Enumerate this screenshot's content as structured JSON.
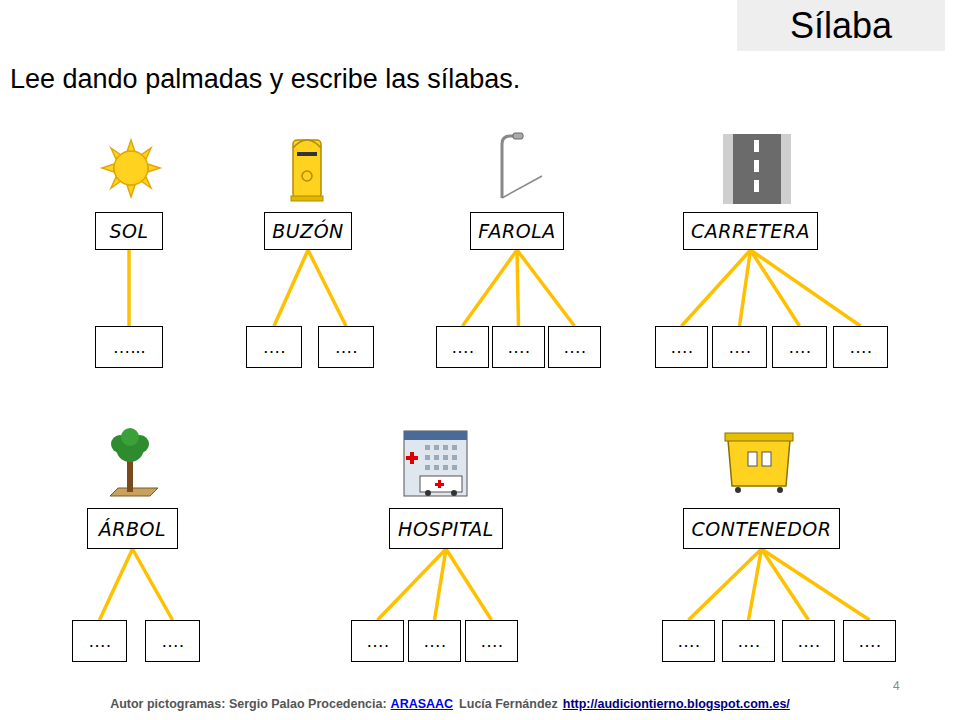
{
  "diagram": {
    "title": "Sílaba",
    "nodes": [
      {
        "text": [
          "SOL"
        ]
      },
      {
        "text": [
          "BUZÓN"
        ]
      },
      {
        "text": [
          "FAROLA"
        ]
      },
      {
        "text": [
          "CARRETERA"
        ]
      },
      {
        "text": [
          "…..."
        ]
      },
      {
        "text": [
          "…."
        ]
      },
      {
        "text": [
          "…."
        ]
      },
      {
        "text": [
          "…."
        ]
      },
      {
        "text": [
          "…."
        ]
      },
      {
        "text": [
          "…."
        ]
      },
      {
        "text": [
          "…."
        ]
      },
      {
        "text": [
          "…."
        ]
      },
      {
        "text": [
          "…."
        ]
      },
      {
        "text": [
          "…."
        ]
      },
      {
        "text": [
          "ÁRBOL"
        ]
      },
      {
        "text": [
          "HOSPITAL"
        ]
      },
      {
        "text": [
          "CONTENEDOR"
        ]
      },
      {
        "text": [
          "…."
        ]
      },
      {
        "text": [
          "…."
        ]
      },
      {
        "text": [
          "…."
        ]
      },
      {
        "text": [
          "…."
        ]
      },
      {
        "text": [
          "…."
        ]
      },
      {
        "text": [
          "…."
        ]
      },
      {
        "text": [
          "…."
        ]
      },
      {
        "text": [
          "…."
        ]
      },
      {
        "text": [
          "…."
        ]
      }
    ],
    "edges": [
      {
        "from": 0,
        "to": 4,
        "arrow": "none"
      },
      {
        "from": 1,
        "to": 5,
        "arrow": "none"
      },
      {
        "from": 1,
        "to": 6,
        "arrow": "none"
      },
      {
        "from": 2,
        "to": 7,
        "arrow": "none"
      },
      {
        "from": 2,
        "to": 8,
        "arrow": "none"
      },
      {
        "from": 2,
        "to": 9,
        "arrow": "none"
      },
      {
        "from": 3,
        "to": 10,
        "arrow": "none"
      },
      {
        "from": 3,
        "to": 11,
        "arrow": "none"
      },
      {
        "from": 3,
        "to": 12,
        "arrow": "none"
      },
      {
        "from": 3,
        "to": 13,
        "arrow": "none"
      },
      {
        "from": 14,
        "to": 17,
        "arrow": "none"
      },
      {
        "from": 14,
        "to": 18,
        "arrow": "none"
      },
      {
        "from": 15,
        "to": 19,
        "arrow": "none"
      },
      {
        "from": 15,
        "to": 20,
        "arrow": "none"
      },
      {
        "from": 15,
        "to": 21,
        "arrow": "none"
      },
      {
        "from": 16,
        "to": 22,
        "arrow": "none"
      },
      {
        "from": 16,
        "to": 23,
        "arrow": "none"
      },
      {
        "from": 16,
        "to": 24,
        "arrow": "none"
      },
      {
        "from": 16,
        "to": 25,
        "arrow": "none"
      }
    ],
    "labels": [
      "Lee dando palmadas y escribe las sílabas.",
      "Autor pictogramas: Sergio Palao Procedencia:",
      "ARASAAC",
      "Lucía Fernández",
      "http://audiciontierno.blogspot.com.es/",
      "4"
    ]
  }
}
